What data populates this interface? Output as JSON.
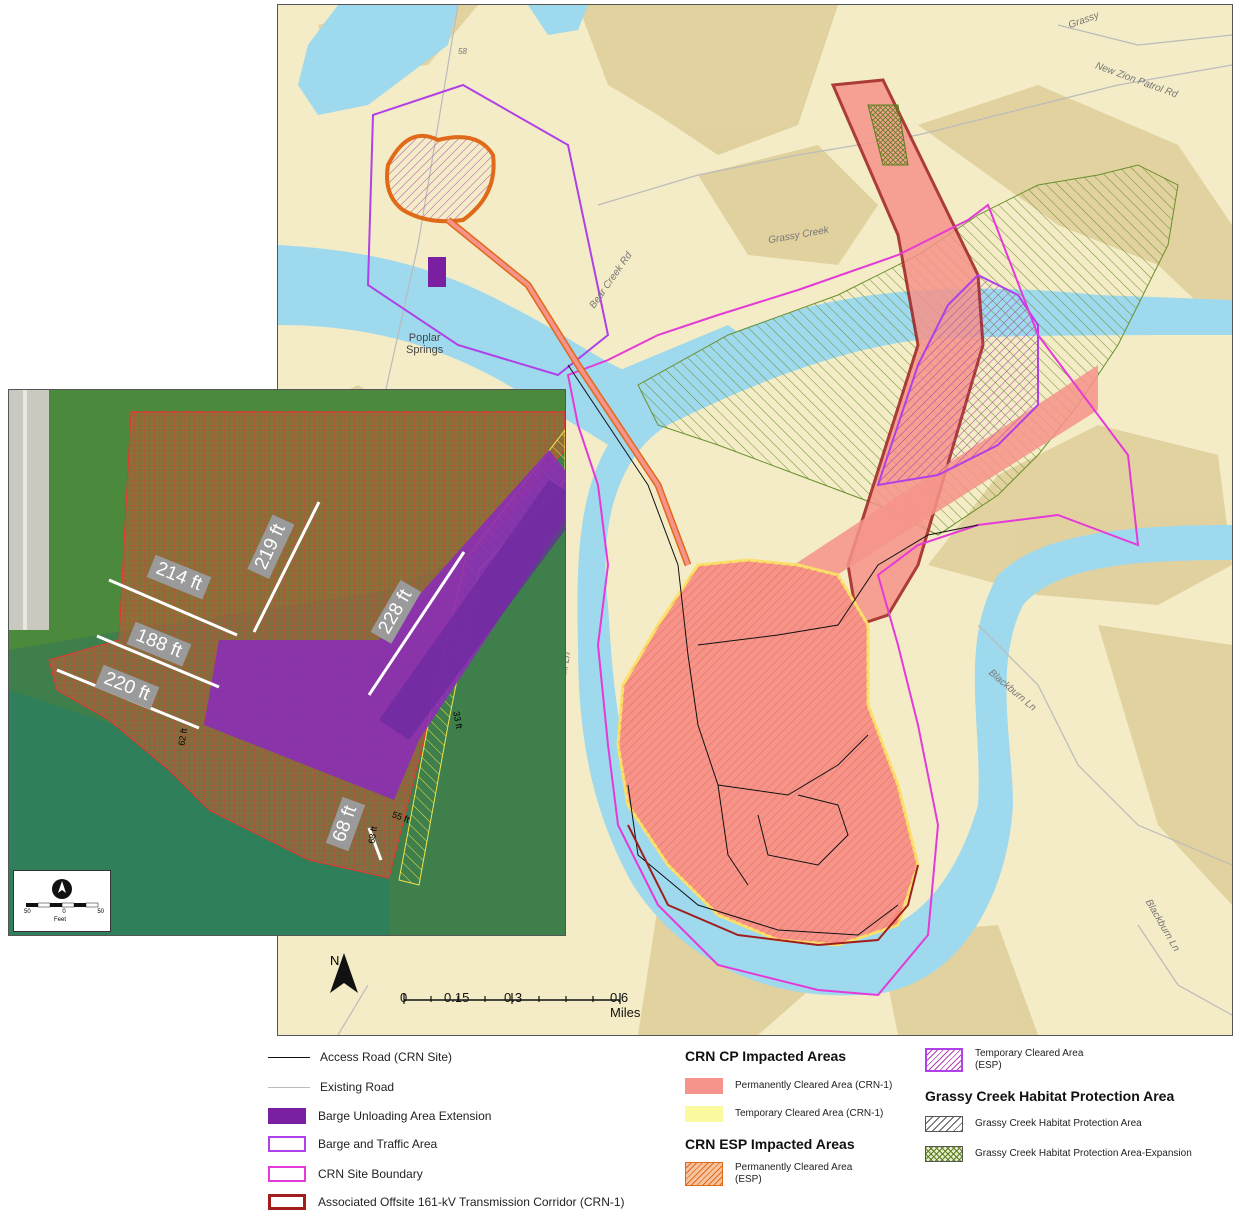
{
  "main_map": {
    "place_labels": {
      "poplar": [
        "Poplar",
        "Springs"
      ],
      "new_zion": "New Zion Patrol Rd",
      "grassy_creek": "Grassy Creek",
      "bear_creek": "Bear Creek Rd",
      "blackburn": "Blackburn Ln",
      "blackburn2": "Blackburn Ln",
      "hill_ln": "B Hill Ln",
      "grassy": "Grassy",
      "route": "58"
    },
    "north_label": "N",
    "scale": {
      "ticks": [
        "0",
        "0.15",
        "0.3",
        "0.6 Miles"
      ]
    }
  },
  "inset": {
    "dimensions": {
      "d214": "214 ft",
      "d219": "219 ft",
      "d188": "188 ft",
      "d220": "220 ft",
      "d228": "228 ft",
      "d68": "68 ft"
    },
    "small_dims": {
      "d33": "33 ft",
      "d62": "62 ft",
      "d55": "55 ft",
      "d68s": "68 ft"
    },
    "scale": {
      "ticks": [
        "50",
        "0",
        "50"
      ],
      "unit": "Feet"
    }
  },
  "legend": {
    "access_road": "Access Road (CRN Site)",
    "existing_road": "Existing Road",
    "barge_ext": "Barge Unloading Area Extension",
    "barge_traffic": "Barge and Traffic Area",
    "site_boundary": "CRN Site Boundary",
    "transmission": "Associated Offsite 161-kV Transmission Corridor (CRN-1)",
    "cp_head": "CRN CP Impacted Areas",
    "cp_perm": "Permanently Cleared Area (CRN-1)",
    "cp_temp": "Temporary Cleared Area (CRN-1)",
    "esp_head": "CRN ESP Impacted Areas",
    "esp_perm": [
      "Permanently Cleared Area",
      "(ESP)"
    ],
    "esp_temp": [
      "Temporary Cleared Area",
      "(ESP)"
    ],
    "grassy_head": "Grassy Creek Habitat Protection Area",
    "grassy_area": "Grassy Creek Habitat Protection Area",
    "grassy_exp": "Grassy Creek Habitat Protection Area-Expansion"
  },
  "colors": {
    "land": "#f3ecc6",
    "hill": "#d8c690",
    "water": "#9ed9ee",
    "perm": "#f6938a",
    "temp": "#fbfaa0",
    "barge": "#7b1fa2",
    "boundary": "#e53ad8",
    "barge_area": "#b040e8",
    "transmission": "#a01e1e",
    "grassy": "#6a8f2b",
    "esp_perm": "#e06a1a"
  }
}
